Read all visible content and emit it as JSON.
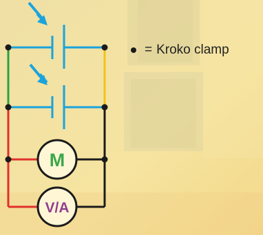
{
  "diagram": {
    "motor_label": "M",
    "meter_label": "V/A",
    "legend_symbol": "=",
    "legend_text": "Kroko clamp",
    "colors": {
      "background": "#f3dc96",
      "wire_blue": "#1ba3dc",
      "wire_green": "#2ea043",
      "wire_yellow": "#f2c21a",
      "wire_red": "#e0312b",
      "wire_black": "#1b1b1b",
      "motor_text": "#3aa84a",
      "meter_text": "#8e3f8e",
      "component_fill": "#fff6d6"
    },
    "icons": [
      "solar-cell-icon",
      "light-arrow-icon",
      "kroko-clamp-icon",
      "motor-icon",
      "voltmeter-ammeter-icon"
    ]
  }
}
